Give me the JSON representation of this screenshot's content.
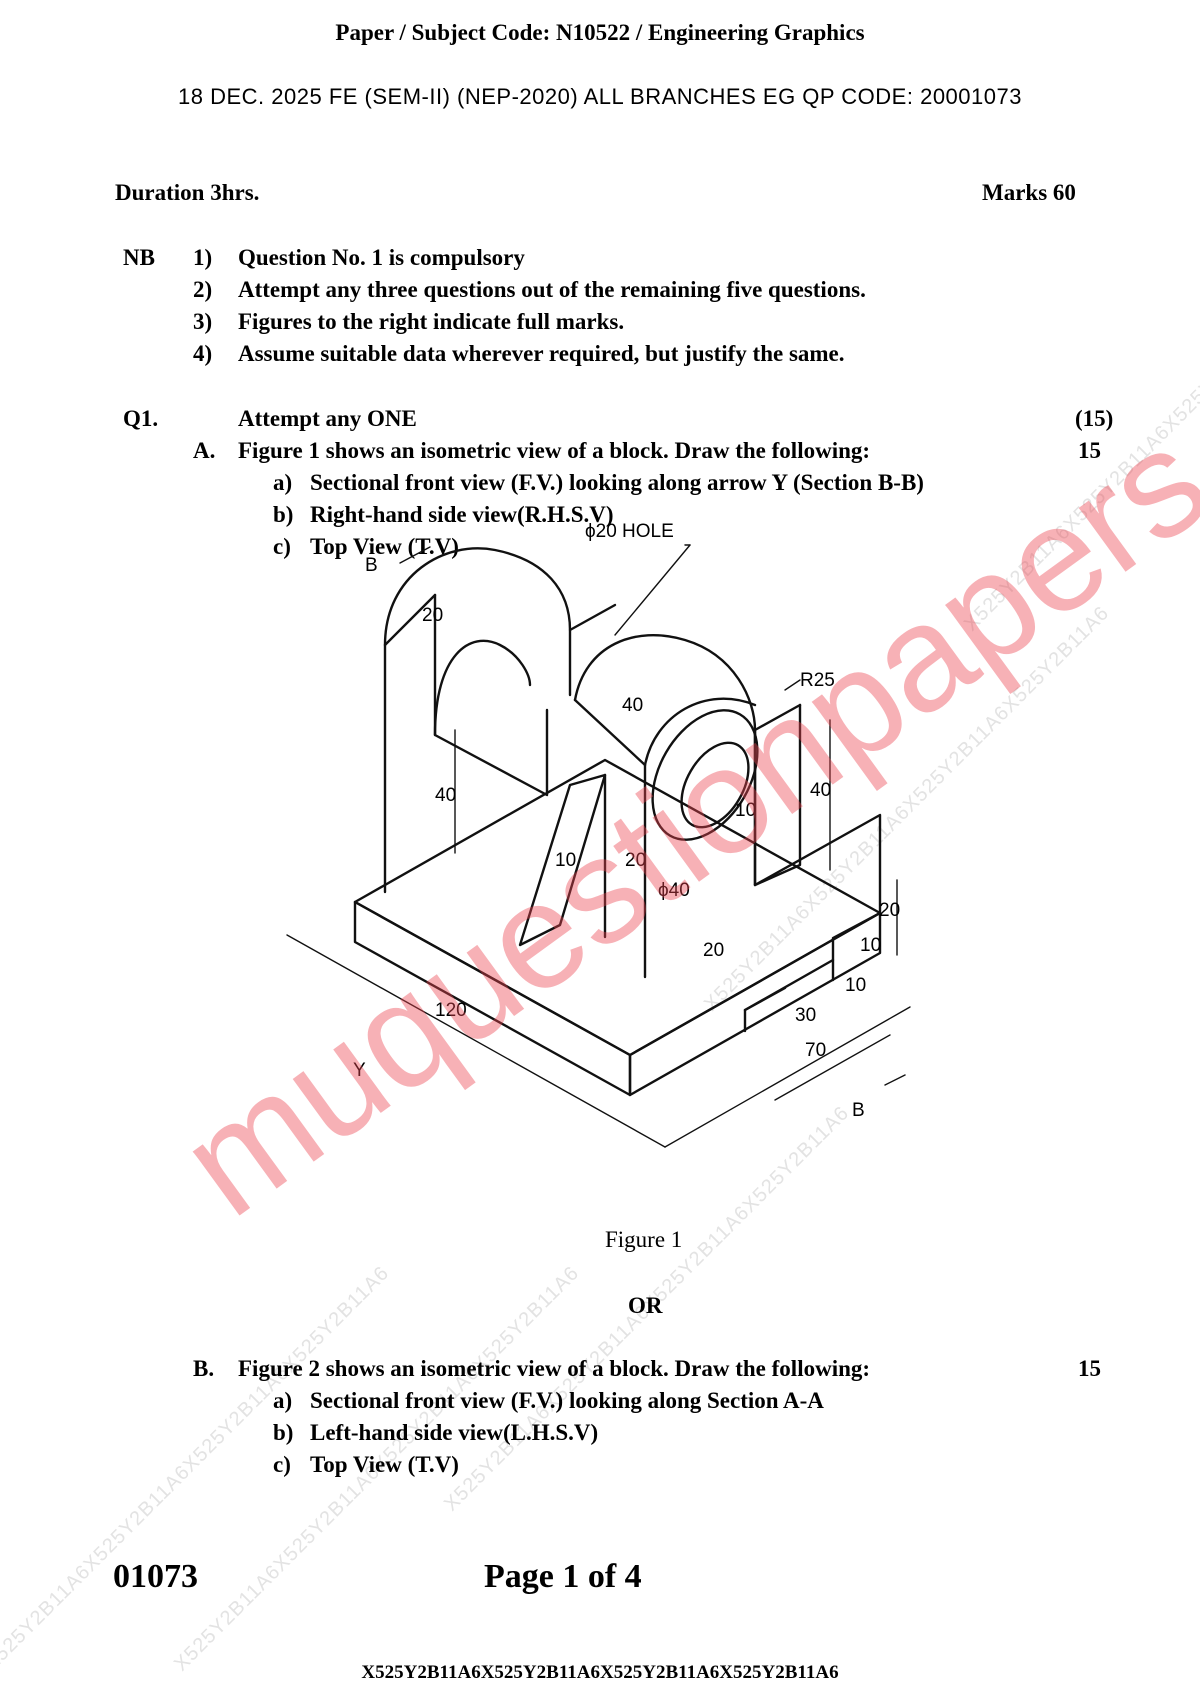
{
  "header": {
    "title": "Paper / Subject Code: N10522 / Engineering Graphics",
    "subtitle": "18 DEC. 2025  FE (SEM-II) (NEP-2020)  ALL BRANCHES  EG  QP CODE:  20001073"
  },
  "meta": {
    "duration": "Duration 3hrs.",
    "marks": "Marks 60"
  },
  "notes": {
    "label": "NB",
    "items": [
      {
        "num": "1)",
        "text": "Question No. 1 is compulsory"
      },
      {
        "num": "2)",
        "text": "Attempt any three questions out of the remaining five questions."
      },
      {
        "num": "3)",
        "text": "Figures to the right indicate full marks."
      },
      {
        "num": "4)",
        "text": "Assume suitable data wherever required, but justify the same."
      }
    ]
  },
  "q1": {
    "label": "Q1.",
    "instruction": "Attempt any ONE",
    "total_marks": "(15)",
    "partA": {
      "label": "A.",
      "text": "Figure 1 shows an isometric view of a block. Draw the following:",
      "marks": "15",
      "items": [
        {
          "num": "a)",
          "text": "Sectional front view (F.V.) looking along arrow Y (Section B-B)"
        },
        {
          "num": "b)",
          "text": "Right-hand side view(R.H.S.V)"
        },
        {
          "num": "c)",
          "text": "Top View (T.V)"
        }
      ]
    },
    "figure": {
      "caption": "Figure 1",
      "labels": {
        "hole": "ϕ20 HOLE",
        "r25": "R25",
        "b": "B",
        "y": "Y",
        "d20a": "20",
        "d40a": "40",
        "d40b": "40",
        "d40c": "40",
        "d10a": "10",
        "d20b": "20",
        "d40phi": "ϕ40",
        "d10b": "10",
        "d20c": "20",
        "d20d": "20",
        "d10c": "10",
        "d10d": "10",
        "d30": "30",
        "d70": "70",
        "d120": "120"
      }
    },
    "or": "OR",
    "partB": {
      "label": "B.",
      "text": "Figure 2 shows an isometric view of a block. Draw the following:",
      "marks": "15",
      "items": [
        {
          "num": "a)",
          "text": "Sectional front view (F.V.) looking along Section A-A"
        },
        {
          "num": "b)",
          "text": "Left-hand side view(L.H.S.V)"
        },
        {
          "num": "c)",
          "text": "Top View (T.V)"
        }
      ]
    }
  },
  "footer": {
    "code": "01073",
    "page": "Page 1 of 4",
    "serial": "X525Y2B11A6X525Y2B11A6X525Y2B11A6X525Y2B11A6"
  },
  "watermark": {
    "site": "muquestionpapers.com",
    "pattern": "X525Y2B11A6X525Y2B11A6X525Y2B11A6X525Y2B11A6",
    "site_color": "#ec4650"
  }
}
